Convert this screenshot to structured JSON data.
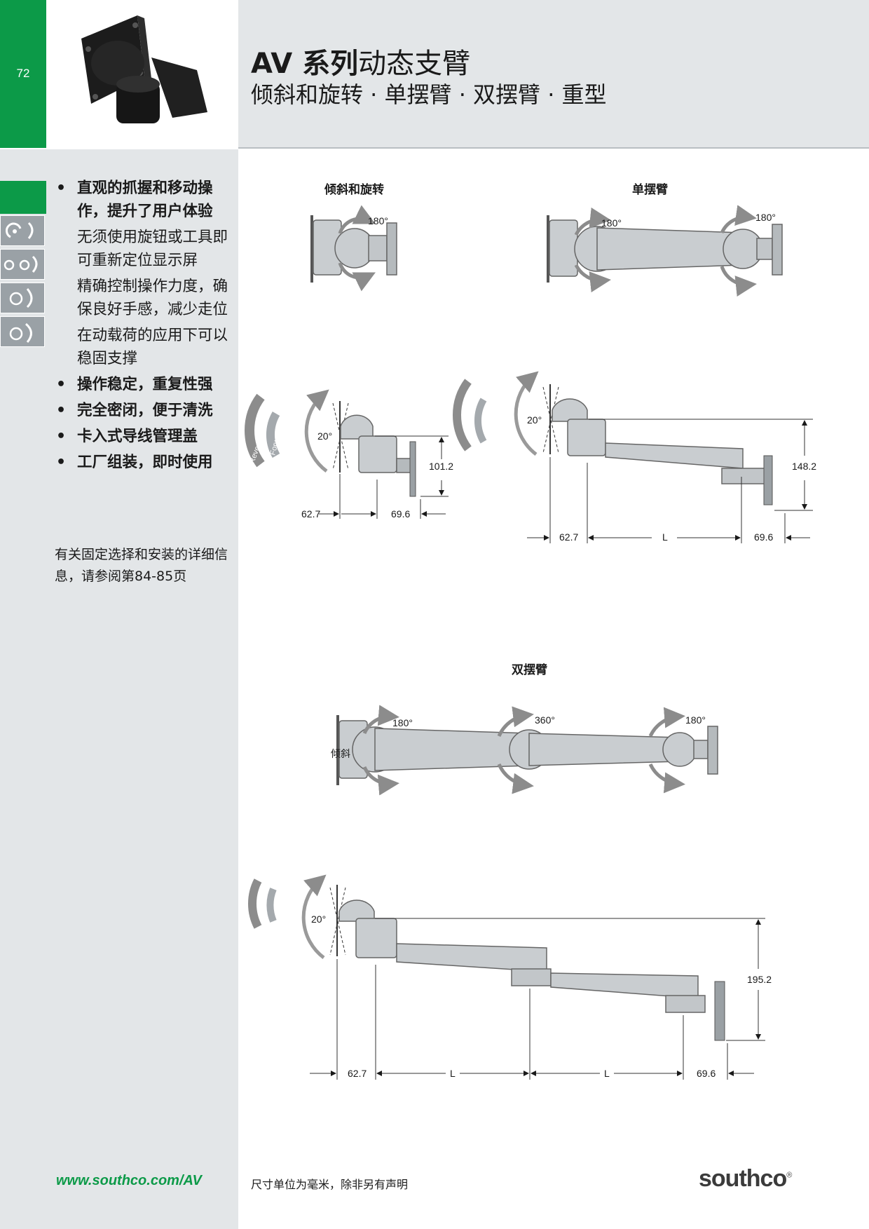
{
  "page_number": "72",
  "header": {
    "title_bold": "AV 系列",
    "title_rest": "动态支臂",
    "subtitle": "倾斜和旋转 · 单摆臂 · 双摆臂 · 重型"
  },
  "features": [
    {
      "text": "直观的抓握和移动操作，提升了用户体验",
      "bold": true,
      "bullet": true
    },
    {
      "text": "无须使用旋钮或工具即可重新定位显示屏",
      "bold": false,
      "bullet": false
    },
    {
      "text": "精确控制操作力度，确保良好手感，减少走位",
      "bold": false,
      "bullet": false
    },
    {
      "text": "在动载荷的应用下可以稳固支撑",
      "bold": false,
      "bullet": false
    },
    {
      "text": "操作稳定，重复性强",
      "bold": true,
      "bullet": true
    },
    {
      "text": "完全密闭，便于清洗",
      "bold": true,
      "bullet": true
    },
    {
      "text": "卡入式导线管理盖",
      "bold": true,
      "bullet": true
    },
    {
      "text": "工厂组装，即时使用",
      "bold": true,
      "bullet": true
    }
  ],
  "note": "有关固定选择和安装的详细信息，请参阅第84-85页",
  "diagrams": {
    "tilt_swivel": {
      "title": "倾斜和旋转",
      "angle_top": "180°",
      "angle_side": "20°",
      "dim_h": "101.2",
      "dim_a": "62.7",
      "dim_b": "69.6",
      "reverse": "Reverse",
      "forward": "Forward"
    },
    "single_arm": {
      "title": "单摆臂",
      "angle_left": "180°",
      "angle_right": "180°",
      "angle_side": "20°",
      "dim_h": "148.2",
      "dim_a": "62.7",
      "dim_l": "L",
      "dim_b": "69.6"
    },
    "double_arm": {
      "title": "双摆臂",
      "angle_left": "180°",
      "angle_mid": "360°",
      "angle_right": "180°",
      "tilt_label": "倾斜",
      "angle_side": "20°",
      "dim_h": "195.2",
      "dim_a": "62.7",
      "dim_l1": "L",
      "dim_l2": "L",
      "dim_b": "69.6"
    }
  },
  "footer": {
    "website": "www.southco.com/AV",
    "units_note": "尺寸单位为毫米，除非另有声明",
    "logo": "southco",
    "logo_mark": "®"
  }
}
